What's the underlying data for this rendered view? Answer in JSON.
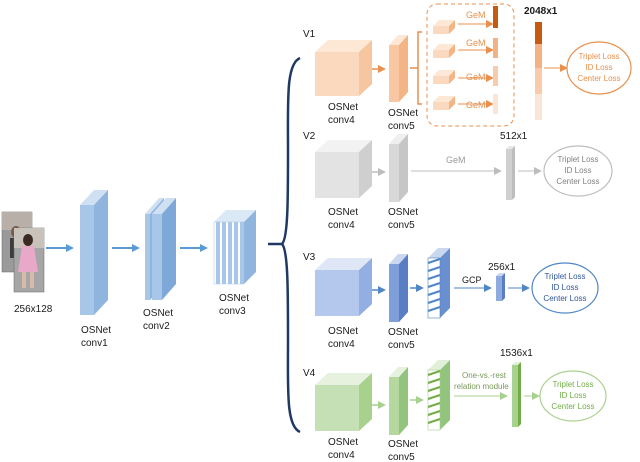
{
  "input": {
    "size_label": "256x128"
  },
  "backbone": {
    "conv1": [
      "OSNet",
      "conv1"
    ],
    "conv2": [
      "OSNet",
      "conv2"
    ],
    "conv3": [
      "OSNet",
      "conv3"
    ]
  },
  "variants": [
    {
      "name": "V1",
      "color": "#E8904E",
      "conv4": [
        "OSNet",
        "conv4"
      ],
      "conv5": [
        "OSNet",
        "conv5"
      ],
      "pool_labels": [
        "GeM",
        "GeM",
        "GeM",
        "GeM"
      ],
      "dim_label": "2048x1",
      "losses": [
        "Triplet  Loss",
        "ID Loss",
        "Center Loss"
      ]
    },
    {
      "name": "V2",
      "color": "#BDBDBD",
      "conv4": [
        "OSNet",
        "conv4"
      ],
      "conv5": [
        "OSNet",
        "conv5"
      ],
      "pool_label": "GeM",
      "dim_label": "512x1",
      "losses": [
        "Triplet  Loss",
        "ID Loss",
        "Center Loss"
      ]
    },
    {
      "name": "V3",
      "color": "#4F86C6",
      "conv4": [
        "OSNet",
        "conv4"
      ],
      "conv5": [
        "OSNet",
        "conv5"
      ],
      "pool_label": "GCP",
      "dim_label": "256x1",
      "losses": [
        "Triplet  Loss",
        "ID Loss",
        "Center Loss"
      ]
    },
    {
      "name": "V4",
      "color": "#A9D18E",
      "conv4": [
        "OSNet",
        "conv4"
      ],
      "conv5": [
        "OSNet",
        "conv5"
      ],
      "module_label": [
        "One-vs.-rest",
        "relation module"
      ],
      "dim_label": "1536x1",
      "losses": [
        "Triplet  Loss",
        "ID Loss",
        "Center Loss"
      ]
    }
  ],
  "colors": {
    "backbone": "#9DC3E6",
    "backbone_dark": "#6E9FD0",
    "arrow": "#5B9BD5",
    "brace": "#1F3864",
    "text": "#1a1a1a"
  }
}
